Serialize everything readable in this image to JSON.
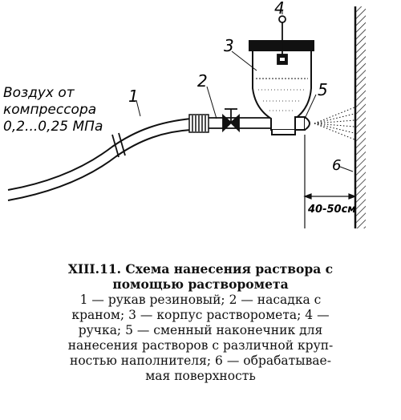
{
  "labels": {
    "air_source": [
      "Воздух от",
      "компрессора",
      "0,2...0,25 МПа"
    ],
    "n1": "1",
    "n2": "2",
    "n3": "3",
    "n4": "4",
    "n5": "5",
    "n6": "6",
    "distance": "40-50см"
  },
  "caption": {
    "title_line1": "XIII.11. Схема нанесения раствора с",
    "title_line2": "помощью растворомета",
    "legend_lines": [
      "1 — рукав резиновый; 2 — насадка с",
      "краном; 3 — корпус растворомета; 4 —",
      "ручка; 5 — сменный наконечник для",
      "нанесения растворов с различной круп-",
      "ностью наполнителя; 6 — обрабатывае-",
      "мая поверхность"
    ]
  }
}
